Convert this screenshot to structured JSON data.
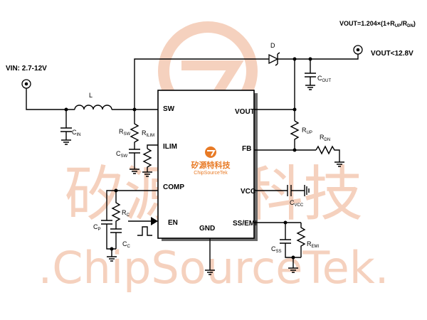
{
  "watermark": {
    "cn": "矽源特科技",
    "en": ".ChipSourceTek.",
    "color": "#f5cdb8"
  },
  "logo": {
    "cn": "矽源特科技",
    "en": "ChipSourceTek",
    "color": "#e87a25"
  },
  "labels": {
    "vin": "VIN: 2.7-12V",
    "vout_formula": "VOUT=1.204×(1+R",
    "vout_formula_sub1": "UP",
    "vout_formula_mid": "/R",
    "vout_formula_sub2": "DN",
    "vout_formula_end": ")",
    "vout_max": "VOUT<12.8V",
    "inductor": "L",
    "diode": "D",
    "cin": "C",
    "cin_sub": "IN",
    "cout": "C",
    "cout_sub": "OUT",
    "rsw": "R",
    "rsw_sub": "SW",
    "csw": "C",
    "csw_sub": "SW",
    "rilim": "R",
    "rilim_sub": "ILIM",
    "rup": "R",
    "rup_sub": "UP",
    "rdn": "R",
    "rdn_sub": "DN",
    "cvcc": "C",
    "cvcc_sub": "VCC",
    "rc": "R",
    "rc_sub": "C",
    "cc": "C",
    "cc_sub": "C",
    "cp": "C",
    "cp_sub": "P",
    "css": "C",
    "css_sub": "SS",
    "remi": "R",
    "remi_sub": "EMI"
  },
  "pins": {
    "sw": "SW",
    "ilim": "ILIM",
    "comp": "COMP",
    "en": "EN",
    "gnd": "GND",
    "vout": "VOUT",
    "fb": "FB",
    "vcc": "VCC",
    "ss_emi": "SS/EMI"
  }
}
